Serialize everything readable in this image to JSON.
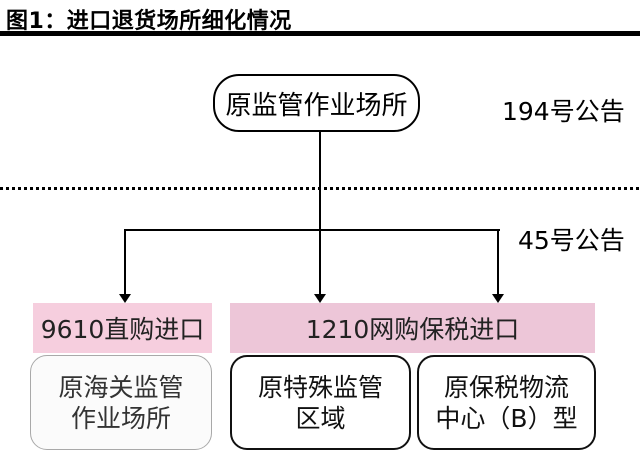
{
  "figure": {
    "title": "图1：进口退货场所细化情况"
  },
  "diagram": {
    "root": {
      "label": "原监管作业场所"
    },
    "labels": {
      "announcement_194": "194号公告",
      "announcement_45": "45号公告"
    },
    "headers": [
      {
        "label": "9610直购进口"
      },
      {
        "label": "1210网购保税进口"
      }
    ],
    "leaves": [
      {
        "line1": "原海关监管",
        "line2": "作业场所"
      },
      {
        "line1": "原特殊监管",
        "line2": "区域"
      },
      {
        "line1": "原保税物流",
        "line2": "中心（B）型"
      }
    ],
    "colors": {
      "title_text": "#000000",
      "title_rule": "#000000",
      "line": "#000000",
      "header_pink_left": "#f6cede",
      "header_pink_right": "#edc6d8",
      "leaf_muted_border": "#a9a9a9",
      "leaf_border": "#111111"
    }
  }
}
